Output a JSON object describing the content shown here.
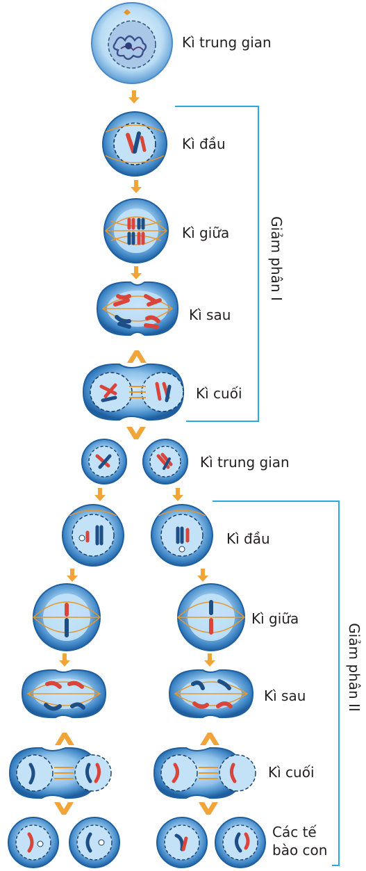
{
  "labels": {
    "interphase_1": "Kì trung gian",
    "prophase_1": "Kì đầu",
    "metaphase_1": "Kì giữa",
    "anaphase_1": "Kì sau",
    "telophase_1": "Kì cuối",
    "interphase_2": "Kì trung gian",
    "prophase_2": "Kì đầu",
    "metaphase_2": "Kì giữa",
    "anaphase_2": "Kì sau",
    "telophase_2": "Kì cuối",
    "daughter_cells_line1": "Các tế",
    "daughter_cells_line2": "bào con"
  },
  "brackets": {
    "meiosis_1": "Giảm phân I",
    "meiosis_2": "Giảm phân II"
  },
  "colors": {
    "cell_blue": "#2f79b8",
    "cell_light": "#a9d2ef",
    "spindle_orange": "#e8962c",
    "chromosome_red": "#d9453a",
    "chromosome_blue": "#1d4f86",
    "bracket_line": "#29a9e0",
    "arrow_orange": "#f0a43a"
  }
}
